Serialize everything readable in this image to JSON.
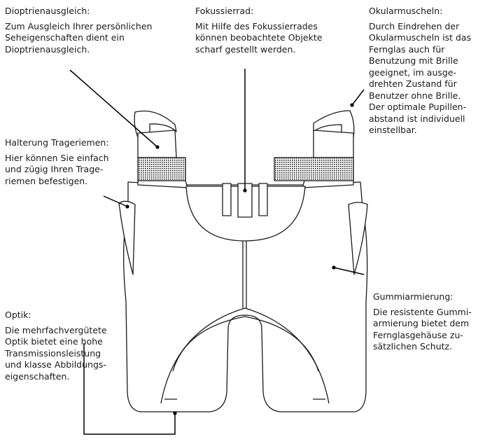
{
  "labels": {
    "dioptre": {
      "title": "Dioptrienausgleich:",
      "body": "Zum Ausgleich Ihrer persönlichen\nSeheigenschaften dient ein\nDioptrienausgleich."
    },
    "focus": {
      "title": "Fokussierrad:",
      "body": "Mit Hilfe des Fokussierrades\nkönnen beobachtete Objekte\nscharf gestellt werden."
    },
    "eyecups": {
      "title": "Okularmuscheln:",
      "body": "Durch Eindrehen der\nOkularmuscheln ist das\nFernglas auch für\nBenutzung mit Brille\ngeeignet, im ausge-\ndrehten Zustand für\nBenutzer ohne Brille.\nDer optimale Pupillen-\nabstand ist individuell\neinstellbar."
    },
    "strap": {
      "title": "Halterung Trageriemen:",
      "body": "Hier können Sie einfach\nund zügig Ihren Trage-\nriemen befestigen."
    },
    "armor": {
      "title": "Gummiarmierung:",
      "body": "Die resistente Gummi-\narmierung bietet dem\nFernglasgehäuse zu-\nsätzlichen Schutz."
    },
    "optics": {
      "title": "Optik:",
      "body": "Die mehrfachvergütete\nOptik bietet eine hohe\nTransmissionsleistung\nund klasse Abbildungs-\neigenschaften."
    }
  }
}
